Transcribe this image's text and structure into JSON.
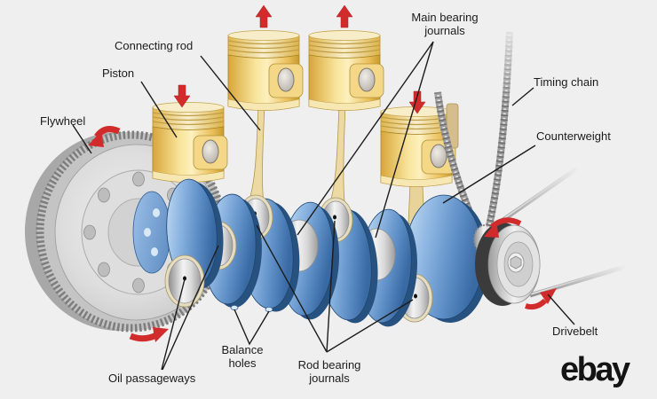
{
  "page": {
    "background": "#efefef"
  },
  "branding": {
    "logo_text": "ebay",
    "logo_color": "#141414"
  },
  "labels": {
    "flywheel": "Flywheel",
    "piston": "Piston",
    "connecting_rod": "Connecting rod",
    "main_bearing_journals": "Main bearing\njournals",
    "timing_chain": "Timing chain",
    "counterweight": "Counterweight",
    "drivebelt": "Drivebelt",
    "oil_passageways": "Oil passageways",
    "balance_holes": "Balance\nholes",
    "rod_bearing_journals": "Rod bearing\njournals"
  },
  "icons": {
    "piston_motion_up_arrow": "red block arrow ▲",
    "piston_motion_down_arrow": "red block arrow ▼",
    "rotation_arrow": "curved red arrow ↻"
  },
  "colors": {
    "background": "#efefef",
    "label_text": "#1b1b1b",
    "leader_line": "#1c1c1c",
    "arrow_red": "#d22b2b",
    "crank_blue": "#6f9fd4",
    "crank_blue_dark": "#27517f",
    "piston_gold": "#f2cf6e",
    "piston_gold_light": "#fdf0bd",
    "metal_silver": "#d9d9d9",
    "belt_dark": "#3b3b3b",
    "chain_gray": "#9a9a9a"
  }
}
